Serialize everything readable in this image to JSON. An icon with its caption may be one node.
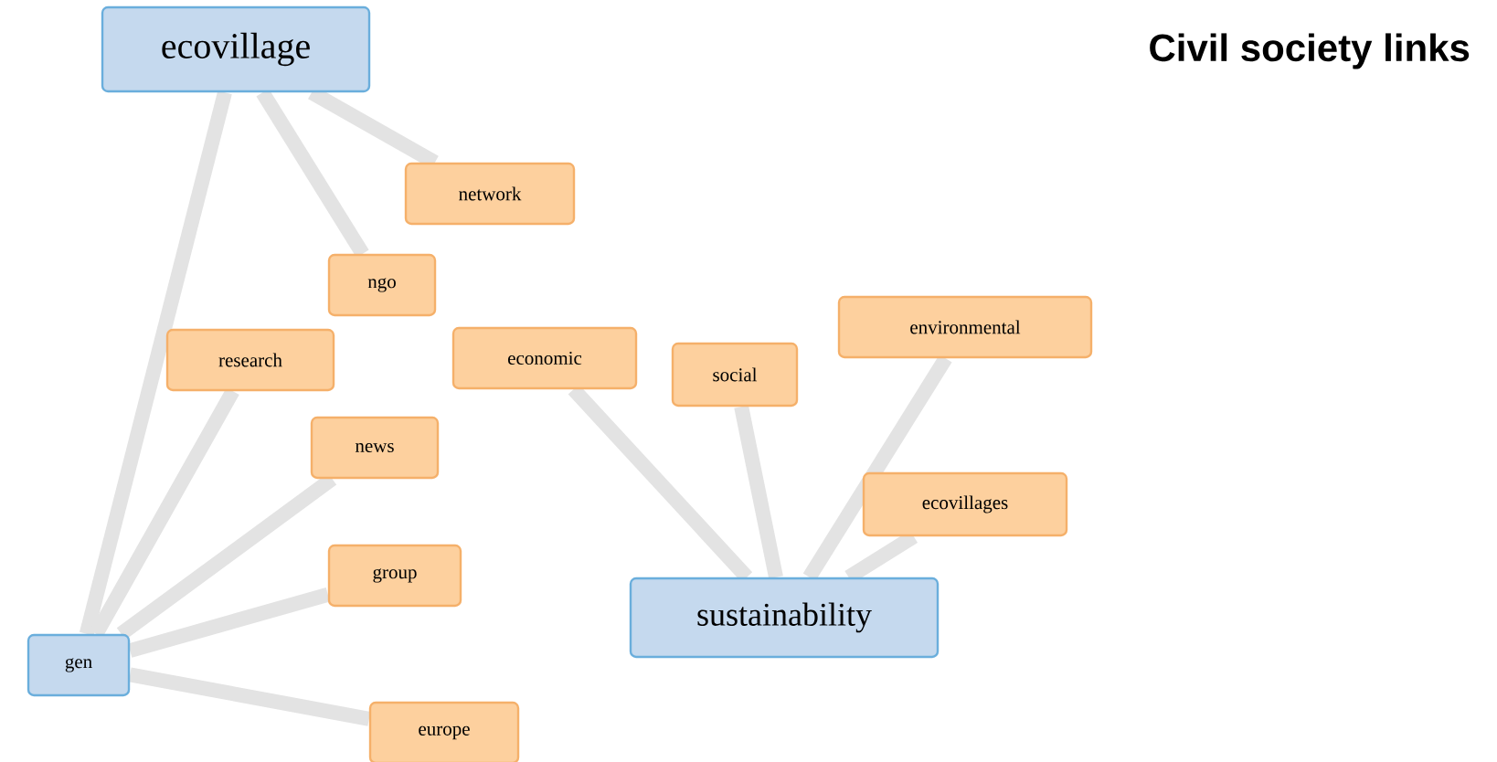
{
  "diagram": {
    "title": "Civil society links",
    "nodes": [
      {
        "text": [
          "ecovillage"
        ]
      },
      {
        "text": [
          "network"
        ]
      },
      {
        "text": [
          "ngo"
        ]
      },
      {
        "text": [
          "research"
        ]
      },
      {
        "text": [
          "economic"
        ]
      },
      {
        "text": [
          "social"
        ]
      },
      {
        "text": [
          "environmental"
        ]
      },
      {
        "text": [
          "news"
        ]
      },
      {
        "text": [
          "ecovillages"
        ]
      },
      {
        "text": [
          "group"
        ]
      },
      {
        "text": [
          "sustainability"
        ]
      },
      {
        "text": [
          "gen"
        ]
      },
      {
        "text": [
          "europe"
        ]
      }
    ],
    "edges": [
      {
        "from": 0,
        "to": 1,
        "arrow": "none"
      },
      {
        "from": 0,
        "to": 2,
        "arrow": "none"
      },
      {
        "from": 0,
        "to": 11,
        "arrow": "none"
      },
      {
        "from": 3,
        "to": 11,
        "arrow": "none"
      },
      {
        "from": 7,
        "to": 11,
        "arrow": "none"
      },
      {
        "from": 9,
        "to": 11,
        "arrow": "none"
      },
      {
        "from": 11,
        "to": 12,
        "arrow": "none"
      },
      {
        "from": 4,
        "to": 10,
        "arrow": "none"
      },
      {
        "from": 5,
        "to": 10,
        "arrow": "none"
      },
      {
        "from": 6,
        "to": 10,
        "arrow": "none"
      },
      {
        "from": 8,
        "to": 10,
        "arrow": "none"
      }
    ]
  }
}
